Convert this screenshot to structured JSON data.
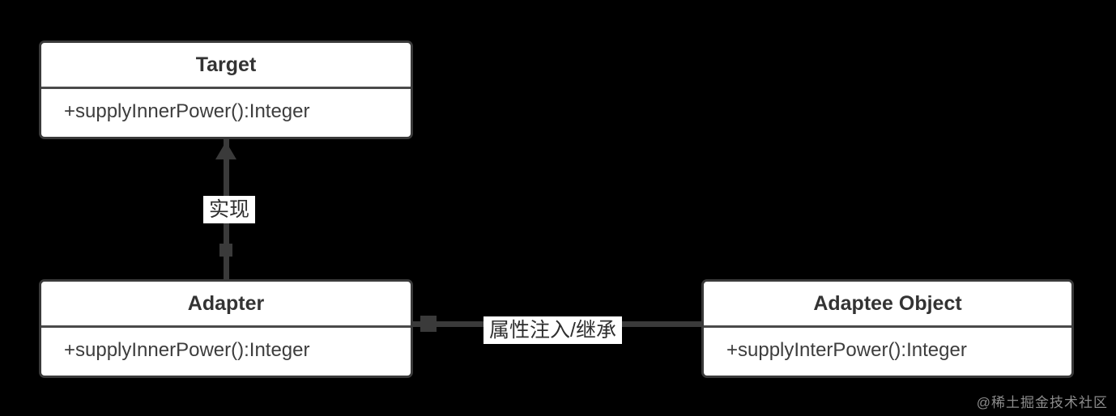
{
  "diagram": {
    "classes": [
      {
        "id": "target",
        "title": "Target",
        "method": "+supplyInnerPower():Integer"
      },
      {
        "id": "adapter",
        "title": "Adapter",
        "method": "+supplyInnerPower():Integer"
      },
      {
        "id": "adaptee",
        "title": "Adaptee Object",
        "method": "+supplyInterPower():Integer"
      }
    ],
    "edges": [
      {
        "id": "realization",
        "label": "实现"
      },
      {
        "id": "association",
        "label": "属性注入/继承"
      }
    ],
    "watermark": "@稀土掘金技术社区"
  },
  "colors": {
    "background": "#000000",
    "box_fill": "#ffffff",
    "box_border": "#3a3a3a",
    "title_text": "#333333",
    "method_text": "#3d3d3d",
    "edge_line": "#3a3a3a",
    "edge_label_bg": "#ffffff",
    "edge_label_text": "#2f2f2f",
    "watermark_text": "#8c8c8c"
  }
}
